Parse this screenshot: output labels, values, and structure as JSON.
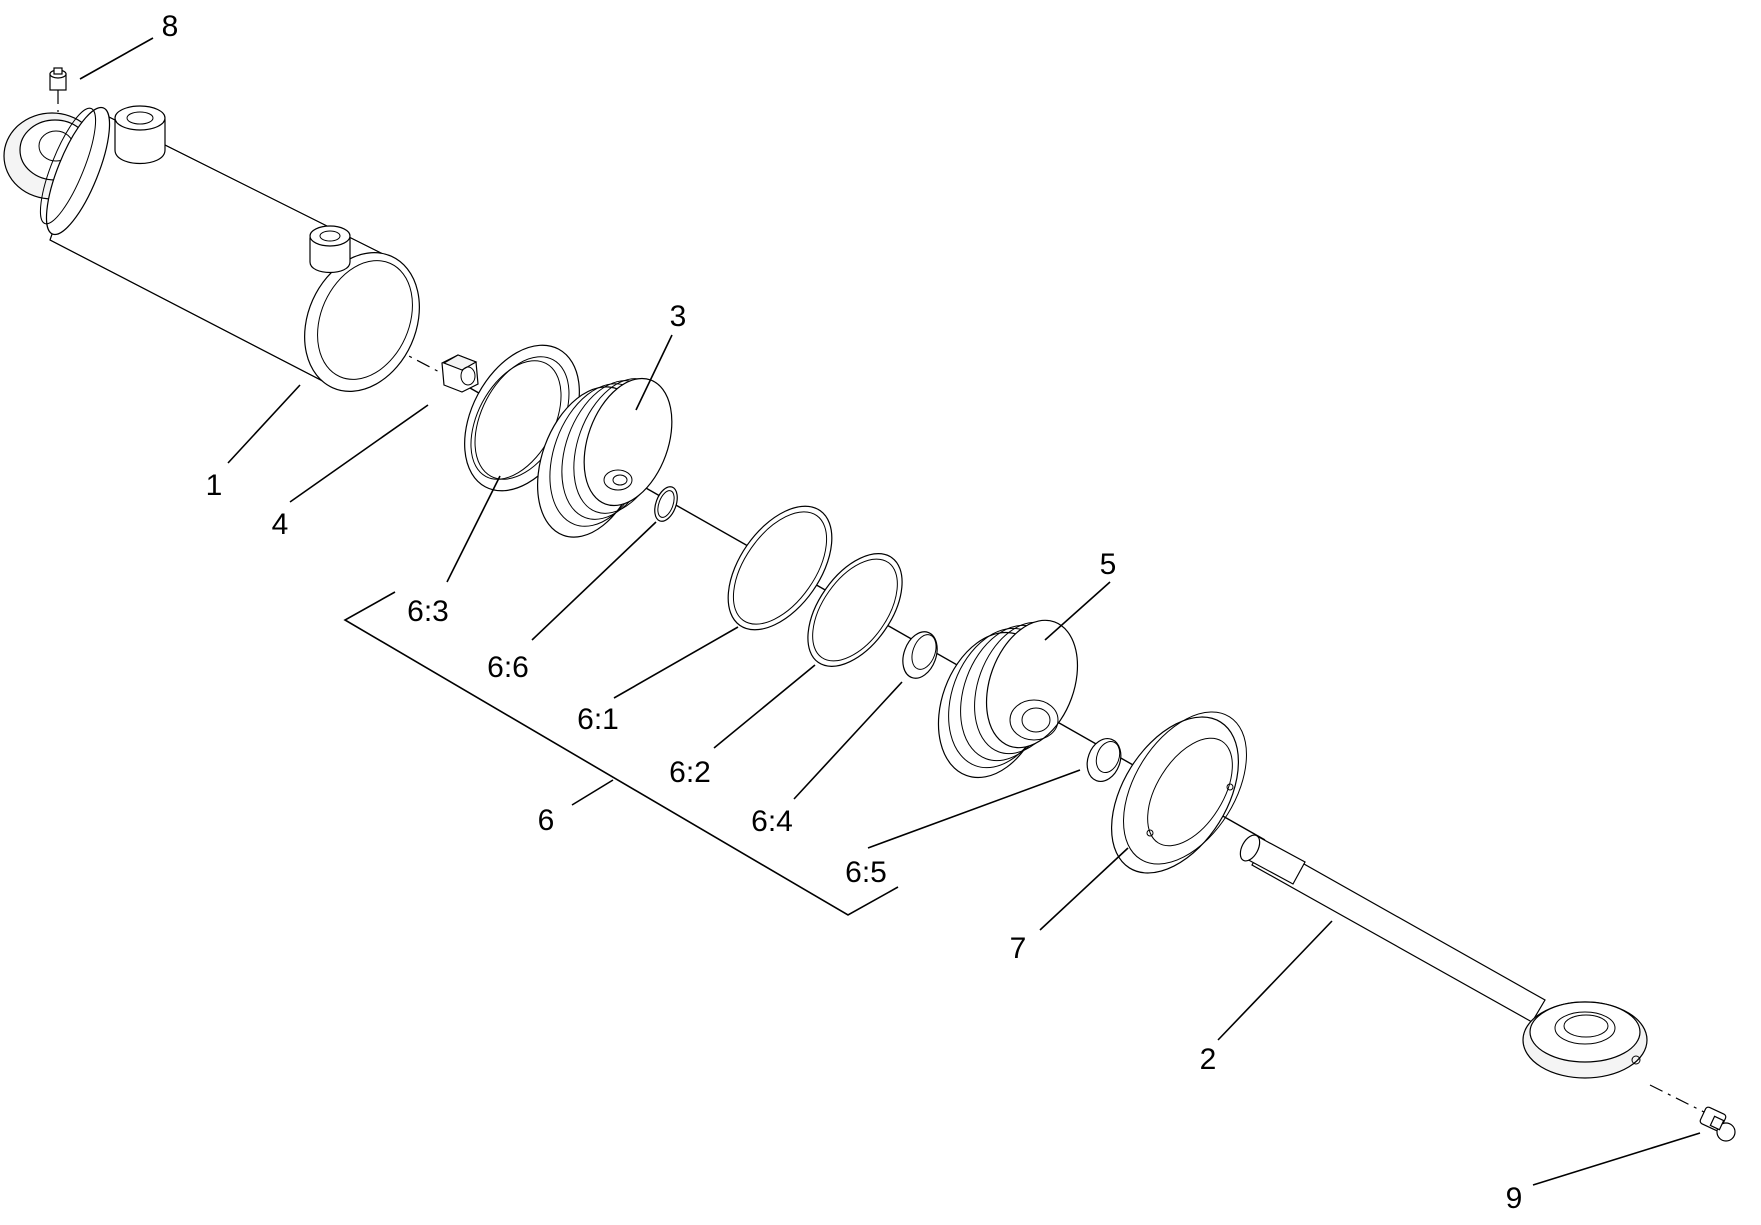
{
  "callouts": {
    "c1": "1",
    "c2": "2",
    "c3": "3",
    "c4": "4",
    "c5": "5",
    "c6": "6",
    "c7": "7",
    "c8": "8",
    "c9": "9",
    "c6_1": "6:1",
    "c6_2": "6:2",
    "c6_3": "6:3",
    "c6_4": "6:4",
    "c6_5": "6:5",
    "c6_6": "6:6"
  }
}
